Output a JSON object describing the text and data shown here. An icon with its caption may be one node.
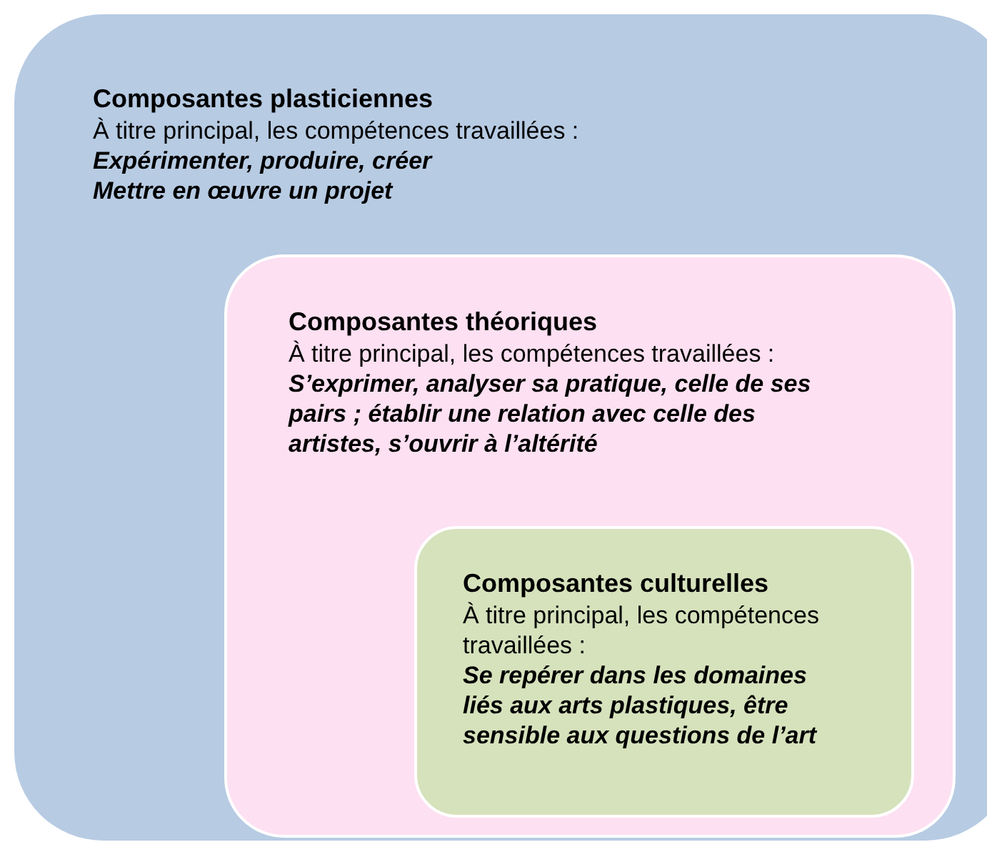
{
  "diagram": {
    "nodes": [
      {
        "text": [
          "Composantes plasticiennes",
          "À titre principal, les compétences travaillées :",
          "Expérimenter, produire, créer",
          "Mettre en œuvre un projet"
        ]
      },
      {
        "text": [
          "Composantes théoriques",
          "À titre principal, les compétences travaillées :",
          "S’exprimer, analyser sa pratique, celle de ses pairs ; établir une relation avec celle des artistes, s’ouvrir à l’altérité"
        ],
        "in": 0
      },
      {
        "text": [
          "Composantes culturelles",
          "À titre principal, les compétences travaillées :",
          "Se repérer dans les domaines liés aux arts plastiques, être sensible aux questions de l’art"
        ],
        "in": 1
      }
    ]
  }
}
